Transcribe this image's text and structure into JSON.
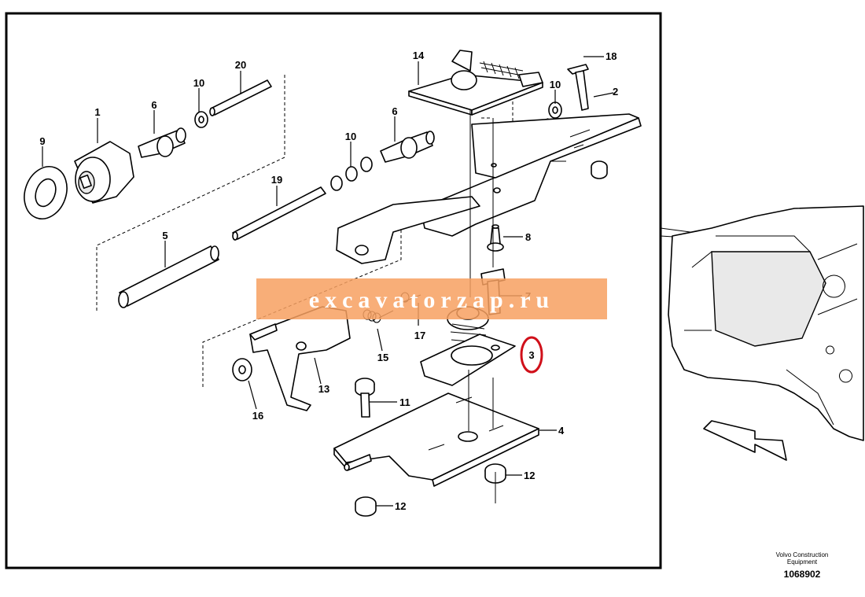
{
  "watermark": "excavatorzap.ru",
  "highlight_color": "#d0101a",
  "watermark_color": "#f7a060",
  "callouts": {
    "c1": "1",
    "c2": "2",
    "c3": "3",
    "c4": "4",
    "c5": "5",
    "c6a": "6",
    "c6b": "6",
    "c7": "7",
    "c8": "8",
    "c9": "9",
    "c10a": "10",
    "c10b": "10",
    "c10c": "10",
    "c11": "11",
    "c12a": "12",
    "c12b": "12",
    "c13": "13",
    "c14": "14",
    "c15": "15",
    "c16": "16",
    "c17": "17",
    "c18": "18",
    "c19": "19",
    "c20": "20"
  },
  "footer": {
    "brand_line1": "Volvo Construction",
    "brand_line2": "Equipment",
    "drawing_number": "1068902"
  }
}
